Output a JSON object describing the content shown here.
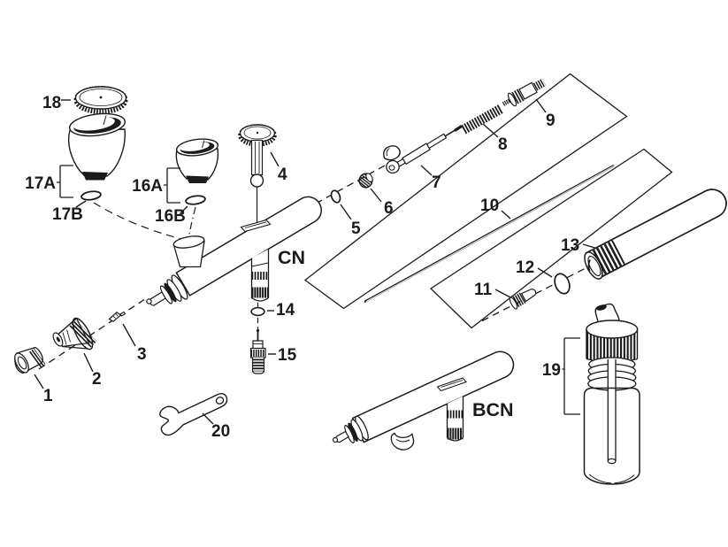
{
  "diagram_type": "airbrush exploded parts diagram",
  "colors": {
    "ink": "#1b1b1b",
    "background": "#ffffff"
  },
  "assemblies": {
    "cn": "CN",
    "bcn": "BCN"
  },
  "parts": {
    "p1": "1",
    "p2": "2",
    "p3": "3",
    "p4": "4",
    "p5": "5",
    "p6": "6",
    "p7": "7",
    "p8": "8",
    "p9": "9",
    "p10": "10",
    "p11": "11",
    "p12": "12",
    "p13": "13",
    "p14": "14",
    "p15": "15",
    "p16a": "16A",
    "p16b": "16B",
    "p17a": "17A",
    "p17b": "17B",
    "p18": "18",
    "p19": "19",
    "p20": "20"
  }
}
